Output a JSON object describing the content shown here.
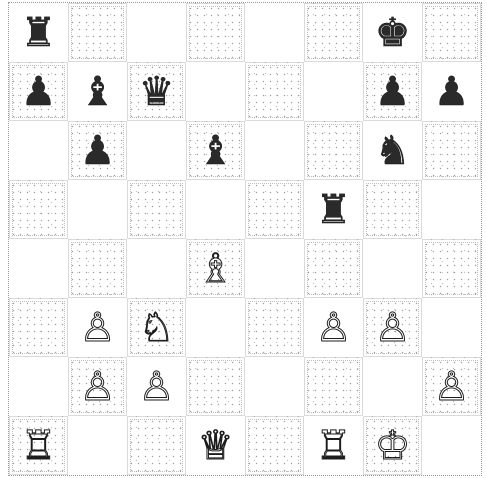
{
  "board": {
    "ranks": [
      [
        "rook-black",
        "",
        "",
        "",
        "",
        "",
        "king-black",
        ""
      ],
      [
        "pawn-black",
        "bishop-black",
        "queen-black",
        "",
        "",
        "",
        "pawn-black",
        "pawn-black"
      ],
      [
        "",
        "pawn-black",
        "",
        "bishop-black",
        "",
        "",
        "knight-black",
        ""
      ],
      [
        "",
        "",
        "",
        "",
        "",
        "rook-black",
        "",
        ""
      ],
      [
        "",
        "",
        "",
        "bishop-white",
        "",
        "",
        "",
        ""
      ],
      [
        "",
        "pawn-white",
        "knight-white",
        "",
        "",
        "pawn-white",
        "pawn-white",
        ""
      ],
      [
        "",
        "pawn-white",
        "pawn-white",
        "",
        "",
        "",
        "",
        "pawn-white"
      ],
      [
        "rook-white",
        "",
        "",
        "queen-white",
        "",
        "rook-white",
        "king-white",
        ""
      ]
    ]
  },
  "glyphs": {
    "king-white": "♔",
    "queen-white": "♕",
    "rook-white": "♖",
    "bishop-white": "♗",
    "knight-white": "♘",
    "pawn-white": "♙",
    "king-black": "♚",
    "queen-black": "♛",
    "rook-black": "♜",
    "bishop-black": "♝",
    "knight-black": "♞",
    "pawn-black": "♟"
  }
}
